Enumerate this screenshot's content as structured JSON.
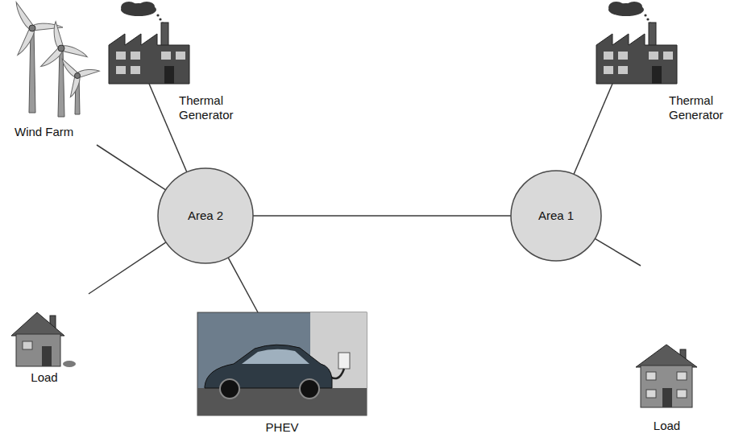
{
  "diagram": {
    "nodes": [
      {
        "text": [
          "Thermal Generator"
        ]
      },
      {
        "text": [
          "Thermal Generator"
        ]
      },
      {
        "text": [
          "Wind Farm"
        ]
      },
      {
        "text": [
          "Area 2"
        ]
      },
      {
        "text": [
          "Area 1"
        ]
      },
      {
        "text": [
          "Load"
        ]
      },
      {
        "text": [
          "PHEV"
        ]
      },
      {
        "text": [
          "Load"
        ]
      }
    ],
    "edges": [
      {
        "from": 3,
        "to": 0,
        "arrow": "none"
      },
      {
        "from": 3,
        "to": 2,
        "arrow": "none"
      },
      {
        "from": 3,
        "to": 4,
        "arrow": "none"
      },
      {
        "from": 4,
        "to": 1,
        "arrow": "none"
      },
      {
        "from": 3,
        "to": 5,
        "arrow": "none"
      },
      {
        "from": 3,
        "to": 6,
        "arrow": "none"
      },
      {
        "from": 4,
        "to": 7,
        "arrow": "none"
      }
    ]
  }
}
